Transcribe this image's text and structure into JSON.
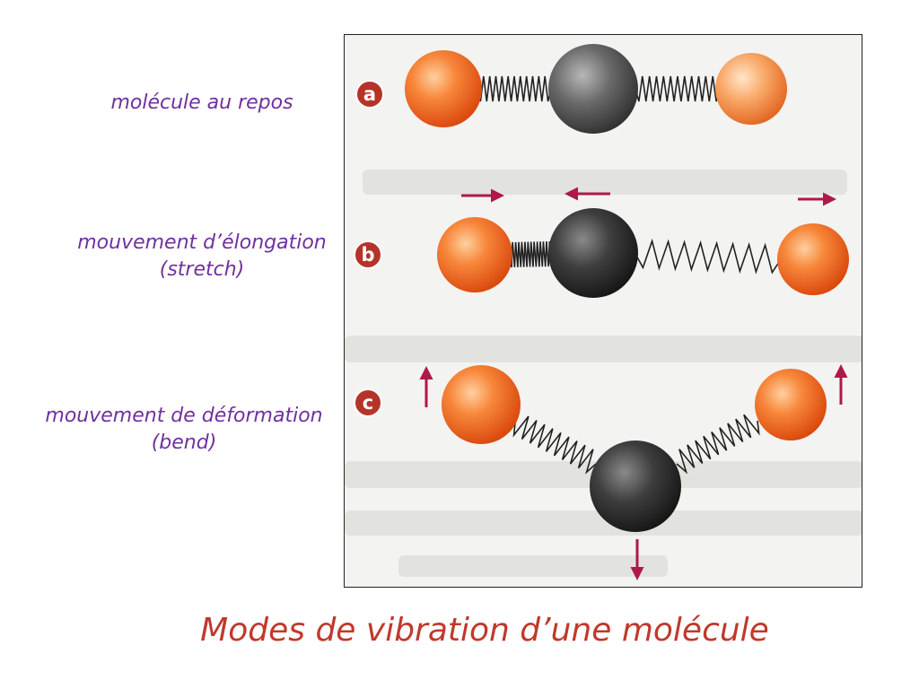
{
  "labels": {
    "a": "molécule au repos",
    "b_line1": "mouvement d’élongation",
    "b_line2": "(stretch)",
    "c_line1": "mouvement de déformation",
    "c_line2": "(bend)"
  },
  "badges": {
    "a": "a",
    "b": "b",
    "c": "c"
  },
  "caption": "Modes de vibration d’une molécule",
  "colors": {
    "label_purple": "#7030a0",
    "caption_red": "#c0392b",
    "atom_orange": "#f26a1b",
    "atom_dark": "#3a3a3a",
    "badge_red": "#b5342a",
    "arrow_magenta": "#b0184a"
  }
}
